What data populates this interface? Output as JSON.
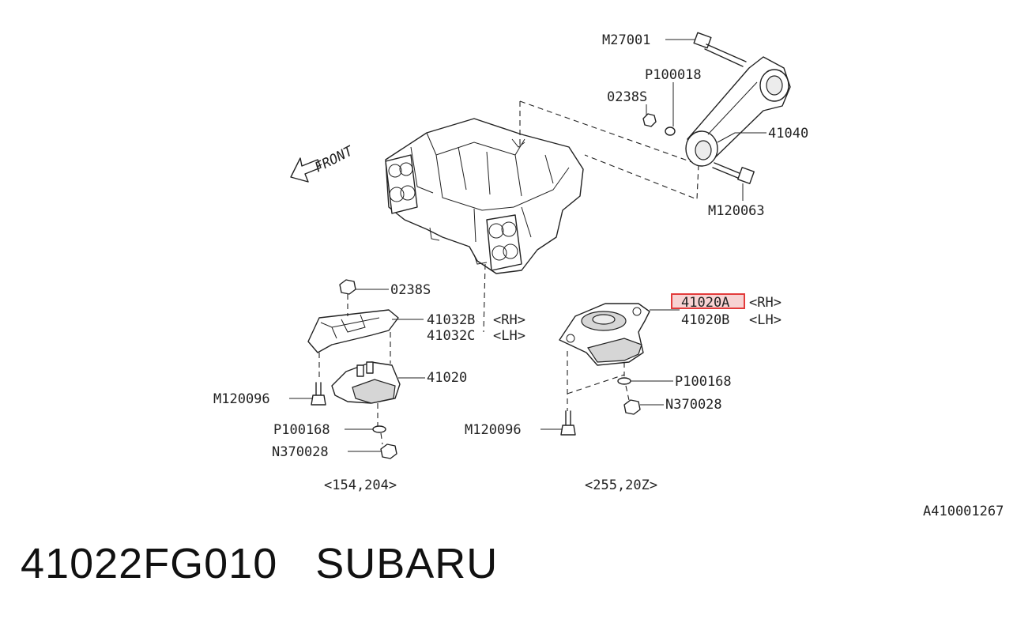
{
  "diagram": {
    "front_label": "FRONT",
    "callouts": {
      "m27001": "M27001",
      "p100018": "P100018",
      "n0238s_top": "0238S",
      "p41040": "41040",
      "m120063": "M120063",
      "n0238s_left": "0238S",
      "p41032b": "41032B",
      "p41032c": "41032C",
      "rh_1": "<RH>",
      "lh_1": "<LH>",
      "p41020a": "41020A",
      "rh_2": "<RH>",
      "p41020b": "41020B",
      "lh_2": "<LH>",
      "p41020": "41020",
      "m120096_left": "M120096",
      "p100168_left": "P100168",
      "n370028_left": "N370028",
      "p100168_right": "P100168",
      "n370028_right": "N370028",
      "m120096_right": "M120096"
    },
    "applicability_left": "<154,204>",
    "applicability_right": "<255,20Z>",
    "drawing_id": "A410001267",
    "highlight_color": "#e23b3b",
    "highlight_fill": "#f7d3d3"
  },
  "footer": {
    "part_number": "41022FG010",
    "brand": "SUBARU"
  }
}
